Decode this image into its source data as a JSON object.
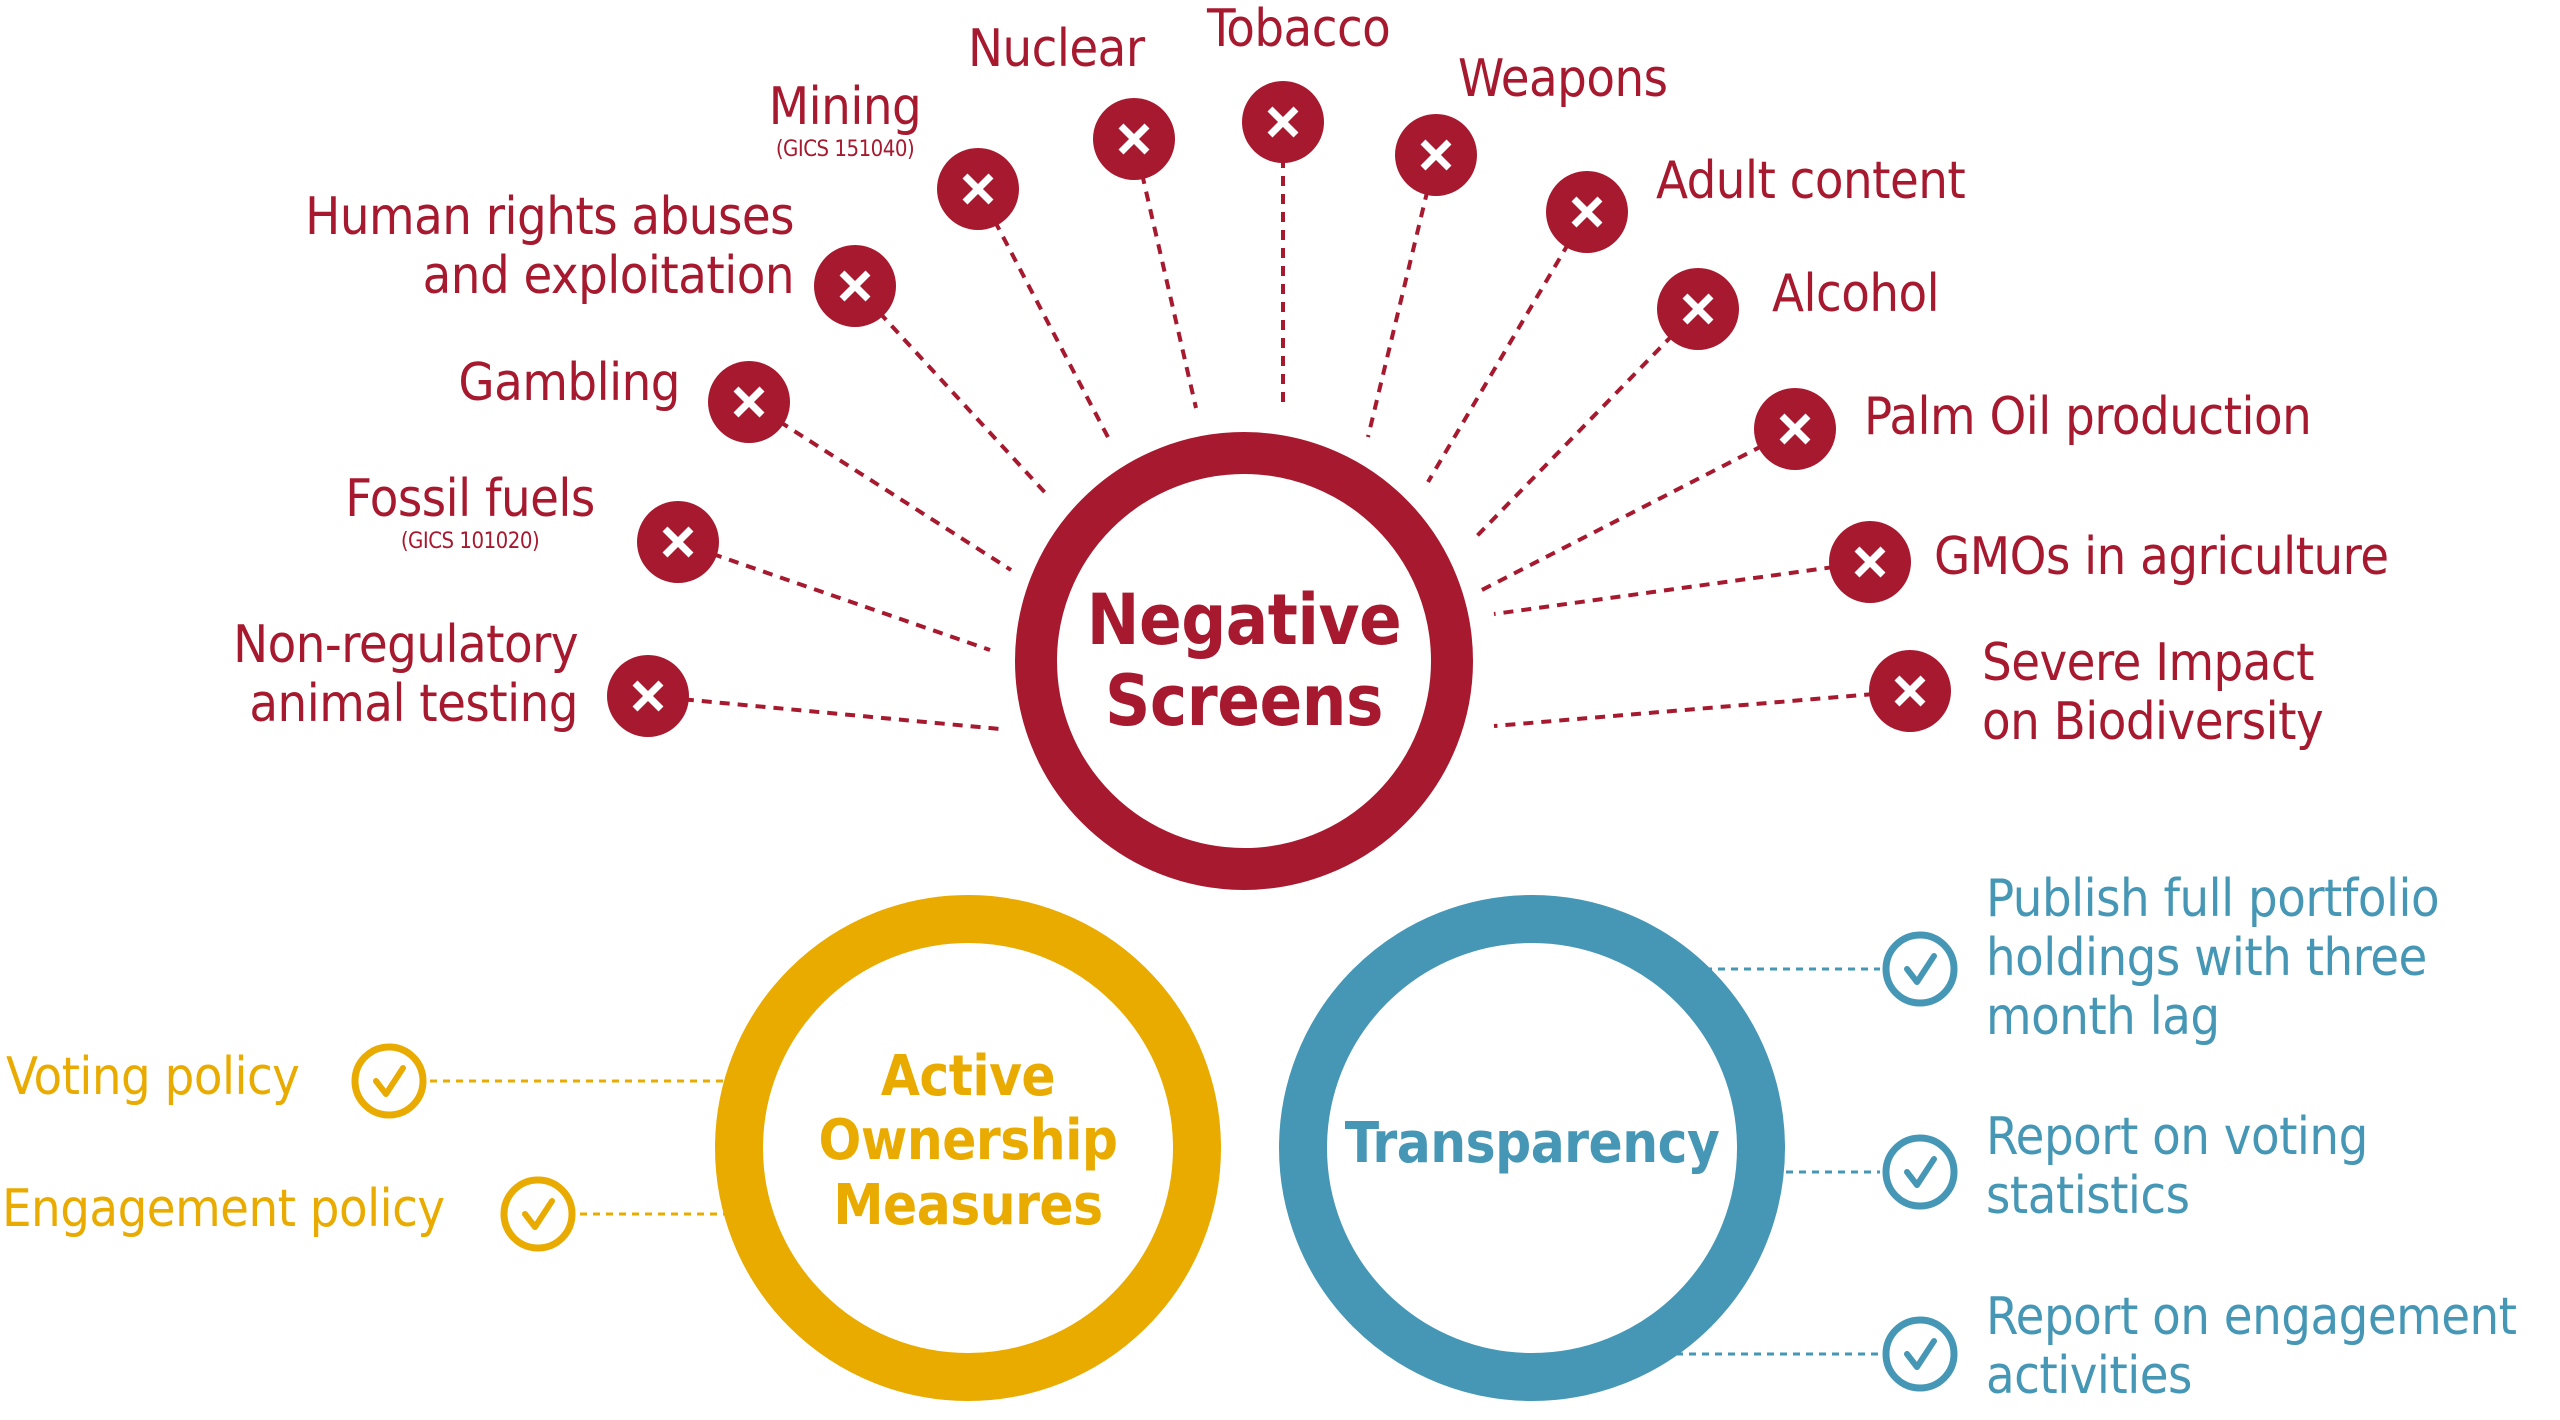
{
  "colors": {
    "negative": "#a6192e",
    "active": "#e9ab00",
    "transparency": "#4597b5"
  },
  "negative_screens": {
    "title_line1": "Negative",
    "title_line2": "Screens",
    "icon": "x-circle-icon",
    "items": [
      {
        "label": "Non-regulatory",
        "label2": "animal testing",
        "sub": ""
      },
      {
        "label": "Fossil fuels",
        "label2": "",
        "sub": "(GICS 101020)"
      },
      {
        "label": "Gambling",
        "label2": "",
        "sub": ""
      },
      {
        "label": "Human rights abuses",
        "label2": "and exploitation",
        "sub": ""
      },
      {
        "label": "Mining",
        "label2": "",
        "sub": "(GICS 151040)"
      },
      {
        "label": "Nuclear",
        "label2": "",
        "sub": ""
      },
      {
        "label": "Tobacco",
        "label2": "",
        "sub": ""
      },
      {
        "label": "Weapons",
        "label2": "",
        "sub": ""
      },
      {
        "label": "Adult content",
        "label2": "",
        "sub": ""
      },
      {
        "label": "Alcohol",
        "label2": "",
        "sub": ""
      },
      {
        "label": "Palm Oil production",
        "label2": "",
        "sub": ""
      },
      {
        "label": "GMOs in agriculture",
        "label2": "",
        "sub": ""
      },
      {
        "label": "Severe Impact",
        "label2": "on Biodiversity",
        "sub": ""
      }
    ]
  },
  "active_ownership": {
    "title_line1": "Active",
    "title_line2": "Ownership",
    "title_line3": "Measures",
    "icon": "check-circle-icon",
    "items": [
      {
        "label": "Voting policy"
      },
      {
        "label": "Engagement policy"
      }
    ]
  },
  "transparency": {
    "title": "Transparency",
    "icon": "check-circle-icon",
    "items": [
      {
        "line1": "Publish full portfolio",
        "line2": "holdings with three",
        "line3": "month lag"
      },
      {
        "line1": "Report on voting",
        "line2": "statistics",
        "line3": ""
      },
      {
        "line1": "Report on engagement",
        "line2": "activities",
        "line3": ""
      }
    ]
  }
}
